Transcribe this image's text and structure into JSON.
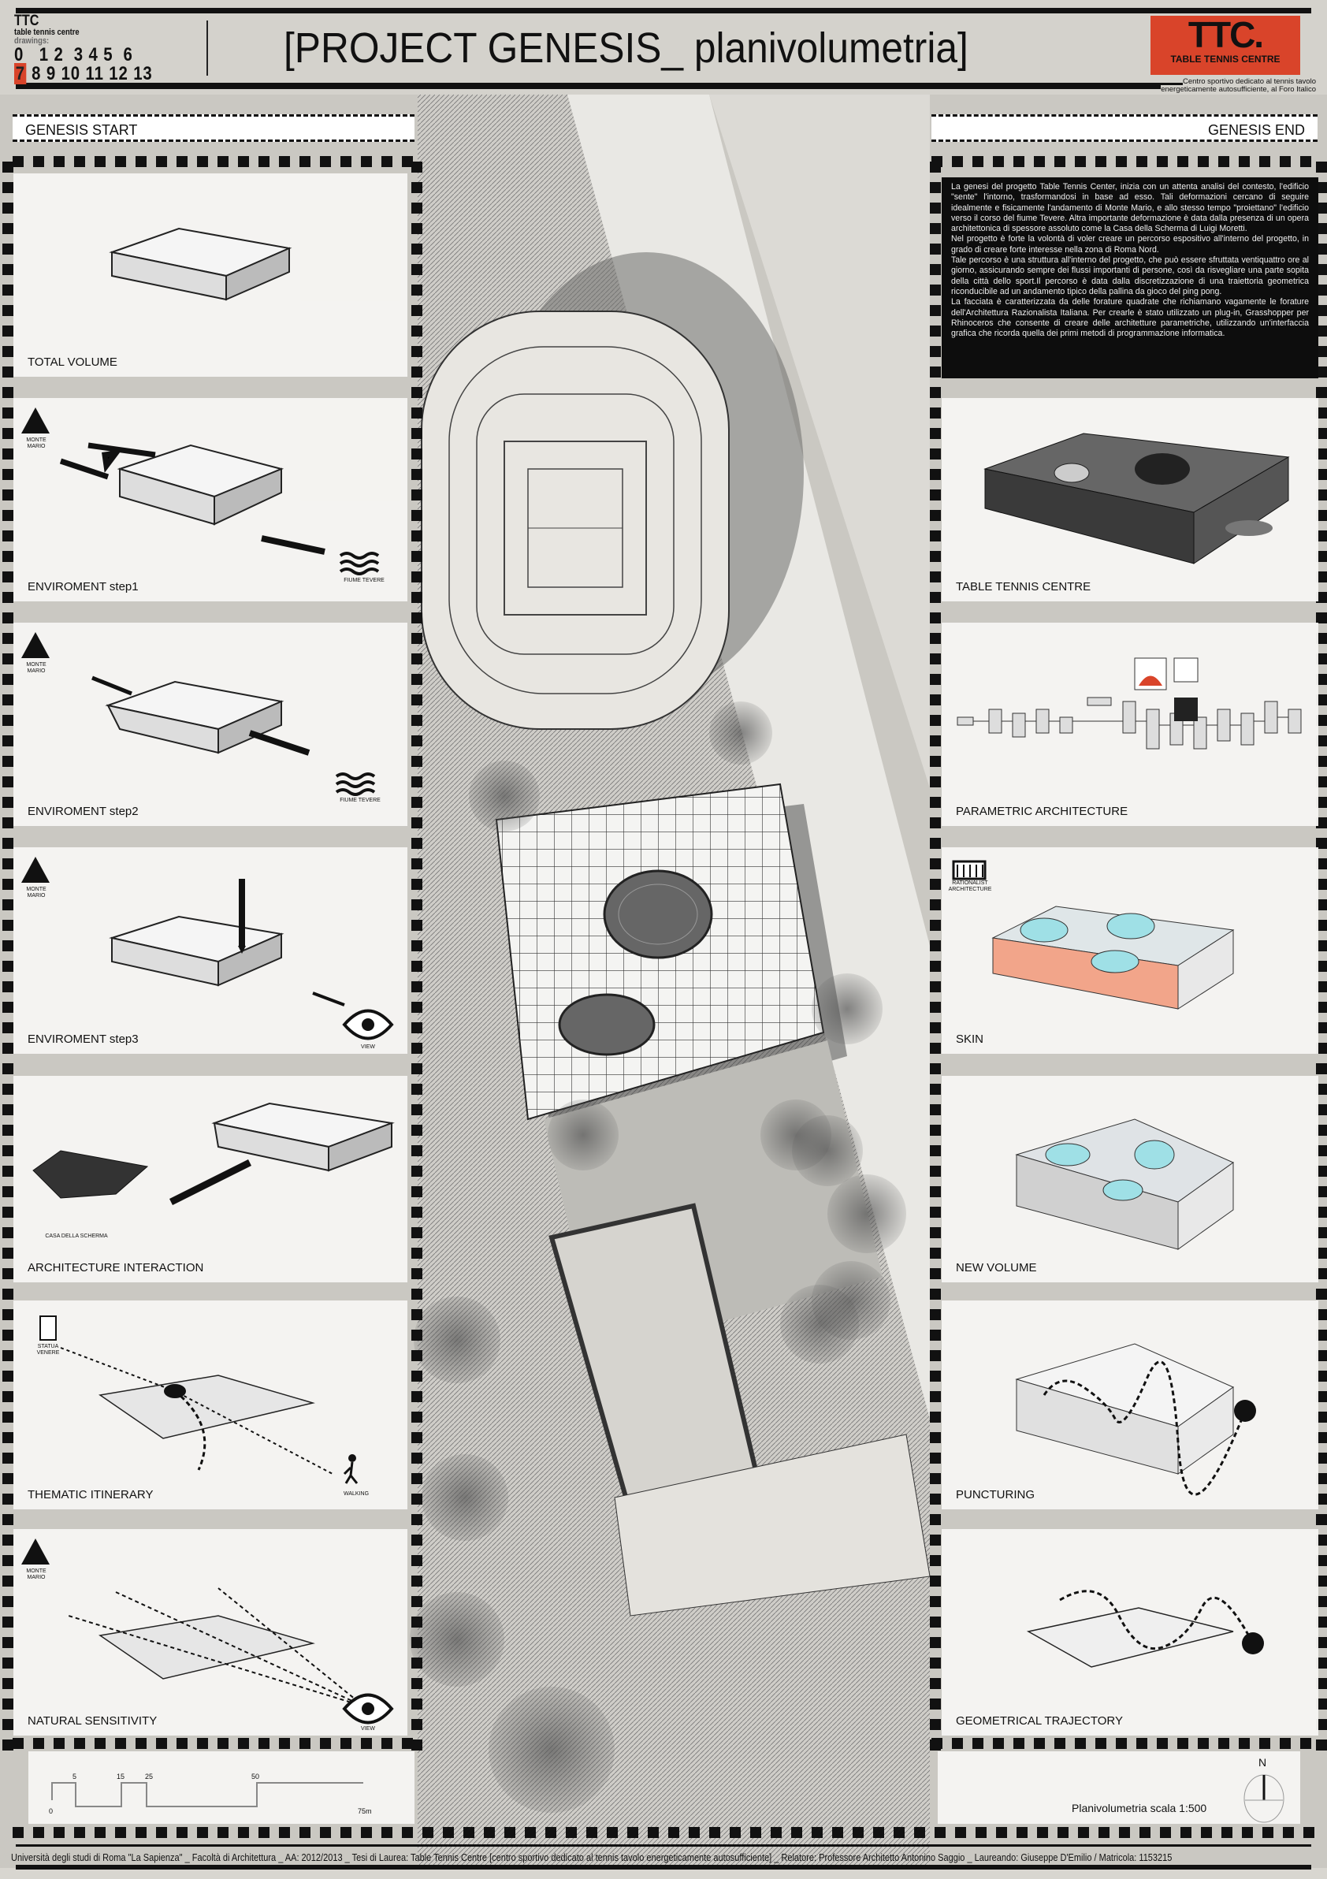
{
  "header": {
    "ttc": "TTC",
    "subtitle": "table tennis centre",
    "drawings_label": "drawings:",
    "numbers_row1": [
      "0",
      "1",
      "2",
      "3",
      "4",
      "5",
      "6"
    ],
    "numbers_row2_selected": "7",
    "numbers_row2": [
      "8",
      "9",
      "10",
      "11",
      "12",
      "13"
    ],
    "title": "[PROJECT GENESIS_ planivolumetria]",
    "logo_main": "TTC.",
    "logo_sub": "TABLE TENNIS CENTRE",
    "tagline_1": "Centro sportivo dedicato al tennis tavolo",
    "tagline_2": "energeticamente autosufficiente, al Foro Italico"
  },
  "sections": {
    "start": "GENESIS START",
    "end": "GENESIS END"
  },
  "left_panels": [
    {
      "label": "TOTAL VOLUME"
    },
    {
      "label": "ENVIROMENT step1",
      "tags": [
        "MONTE MARIO",
        "FIUME TEVERE"
      ]
    },
    {
      "label": "ENVIROMENT step2",
      "tags": [
        "MONTE MARIO",
        "FIUME TEVERE"
      ]
    },
    {
      "label": "ENVIROMENT step3",
      "tags": [
        "MONTE MARIO",
        "VIEW"
      ]
    },
    {
      "label": "ARCHITECTURE INTERACTION",
      "tags": [
        "CASA DELLA SCHERMA"
      ]
    },
    {
      "label": "THEMATIC ITINERARY",
      "tags": [
        "STATUA VENERE",
        "WALKING"
      ]
    },
    {
      "label": "NATURAL SENSITIVITY",
      "tags": [
        "MONTE MARIO",
        "VIEW"
      ]
    }
  ],
  "description": "La genesi del progetto Table Tennis Center, inizia con un attenta analisi del contesto, l'edificio \"sente\" l'intorno, trasformandosi in base ad esso. Tali deformazioni cercano di seguire idealmente e fisicamente l'andamento di Monte Mario, e allo stesso tempo \"proiettano\" l'edificio verso il corso del fiume Tevere. Altra importante deformazione è data dalla presenza di un opera architettonica di spessore assoluto come la Casa della Scherma di Luigi Moretti.\nNel progetto è forte la volontà di voler creare un percorso espositivo all'interno del progetto, in grado di creare forte interesse nella zona di Roma Nord.\nTale percorso è una struttura all'interno del progetto, che può essere sfruttata ventiquattro ore al giorno, assicurando sempre dei flussi importanti di persone, così da risvegliare una parte sopita della città dello sport.Il percorso è data dalla discretizzazione di una traiettoria geometrica riconducibile ad un andamento tipico della pallina da gioco del ping pong.\nLa facciata è caratterizzata da delle forature quadrate che richiamano vagamente le forature dell'Architettura Razionalista Italiana. Per crearle è stato utilizzato un plug-in, Grasshopper per Rhinoceros che consente di creare delle architetture parametriche, utilizzando un'interfaccia grafica che ricorda quella dei primi metodi di programmazione informatica.",
  "right_panels": [
    {
      "label": "TABLE TENNIS CENTRE"
    },
    {
      "label": "PARAMETRIC ARCHITECTURE"
    },
    {
      "label": "SKIN",
      "tags": [
        "RATIONALIST ARCHITECTURE"
      ]
    },
    {
      "label": "NEW VOLUME"
    },
    {
      "label": "PUNCTURING"
    },
    {
      "label": "GEOMETRICAL TRAJECTORY"
    }
  ],
  "scale_bar": {
    "ticks": [
      "0",
      "5",
      "15",
      "25",
      "50",
      "75m"
    ]
  },
  "legend": {
    "north": "N",
    "scale_text": "Planivolumetria  scala 1:500"
  },
  "footer": "Università degli studi di Roma \"La Sapienza\" _ Facoltà di Architettura _ AA: 2012/2013 _ Tesi di Laurea: Table Tennis Centre [centro sportivo dedicato al tennis tavolo energeticamente autosufficiente] _ Relatore: Professore Architetto Antonino Saggio _ Laureando: Giuseppe D'Emilio / Matricola: 1153215",
  "colors": {
    "accent": "#d9442a",
    "panel": "#f6f5f2",
    "text_block": "#0d0d0d"
  }
}
